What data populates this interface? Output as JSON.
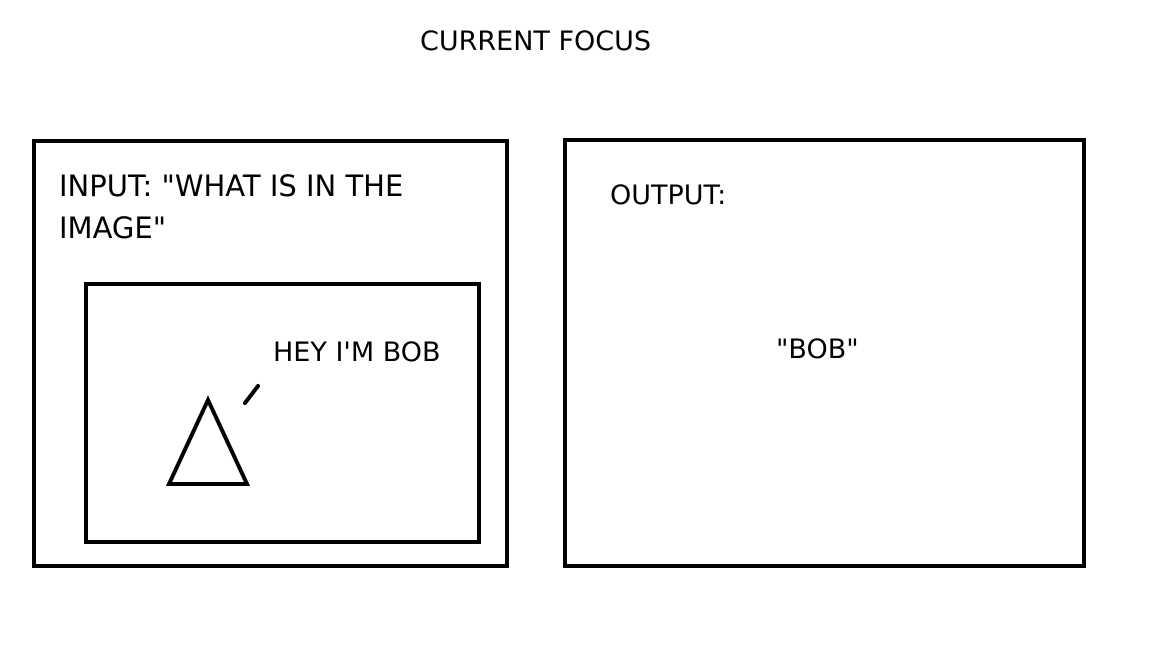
{
  "title": "CURRENT FOCUS",
  "input": {
    "label": "INPUT: \"WHAT IS IN THE IMAGE\"",
    "image": {
      "speech": "HEY I'M BOB",
      "figure_icon": "triangle-person-icon",
      "speech_mark_icon": "speech-line-icon"
    }
  },
  "output": {
    "label": "OUTPUT:",
    "value": "\"BOB\""
  },
  "colors": {
    "stroke": "#000000",
    "background": "#ffffff"
  }
}
